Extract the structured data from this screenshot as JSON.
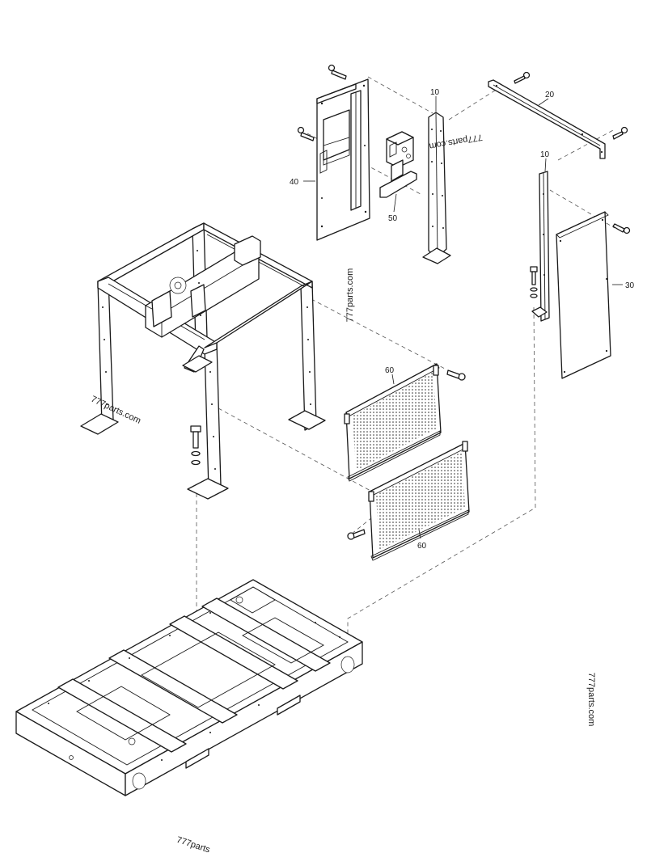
{
  "callouts": {
    "c10a": "10",
    "c10b": "10",
    "c20": "20",
    "c30": "30",
    "c40": "40",
    "c50": "50",
    "c60a": "60",
    "c60b": "60"
  },
  "watermarks": {
    "wm1": "777parts.com",
    "wm2": "777parts.com",
    "wm3": "777parts.com",
    "wm4": "777parts.com",
    "wm5": "777parts"
  }
}
